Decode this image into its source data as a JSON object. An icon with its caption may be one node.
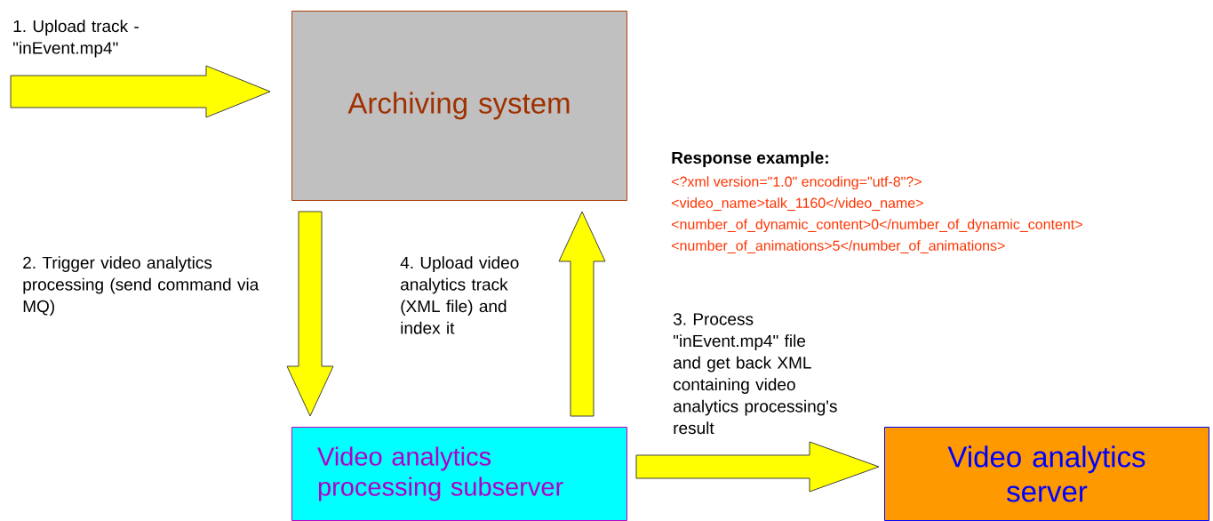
{
  "diagram": {
    "nodes": [
      {
        "text": [
          "Archiving system"
        ]
      },
      {
        "text": [
          "Video analytics processing subserver"
        ]
      },
      {
        "text": [
          "Video analytics server"
        ]
      }
    ],
    "edges": [
      {
        "from": null,
        "to": 0,
        "arrow": "to",
        "label": "1. Upload track - \"inEvent.mp4\""
      },
      {
        "from": 0,
        "to": 1,
        "arrow": "to",
        "label": "2. Trigger video analytics processing (send command via MQ)"
      },
      {
        "from": 1,
        "to": 0,
        "arrow": "to",
        "label": "4. Upload video analytics track (XML file) and index it"
      },
      {
        "from": 1,
        "to": 2,
        "arrow": "to",
        "label": "3. Process \"inEvent.mp4\" file and get back XML containing video analytics processing's result"
      }
    ],
    "labels": [
      "Response example:",
      "<?xml version=\"1.0\" encoding=\"utf-8\"?>",
      "<video_name>talk_1160</video_name>",
      "<number_of_dynamic_content>0</number_of_dynamic_content>",
      "<number_of_animations>5</number_of_animations>"
    ]
  }
}
